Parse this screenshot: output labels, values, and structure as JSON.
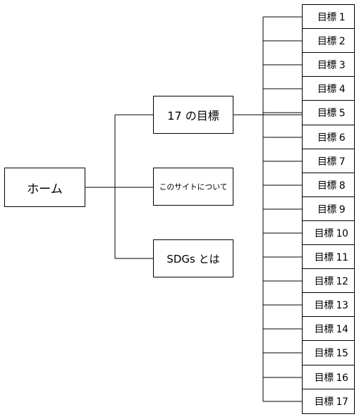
{
  "home": {
    "label": "ホーム"
  },
  "sections": [
    {
      "label": "17 の目標"
    },
    {
      "label": "このサイトについて"
    },
    {
      "label": "SDGs とは"
    }
  ],
  "goals": [
    {
      "label": "目標 1"
    },
    {
      "label": "目標 2"
    },
    {
      "label": "目標 3"
    },
    {
      "label": "目標 4"
    },
    {
      "label": "目標 5"
    },
    {
      "label": "目標 6"
    },
    {
      "label": "目標 7"
    },
    {
      "label": "目標 8"
    },
    {
      "label": "目標 9"
    },
    {
      "label": "目標 10"
    },
    {
      "label": "目標 11"
    },
    {
      "label": "目標 12"
    },
    {
      "label": "目標 13"
    },
    {
      "label": "目標 14"
    },
    {
      "label": "目標 15"
    },
    {
      "label": "目標 16"
    },
    {
      "label": "目標 17"
    }
  ]
}
